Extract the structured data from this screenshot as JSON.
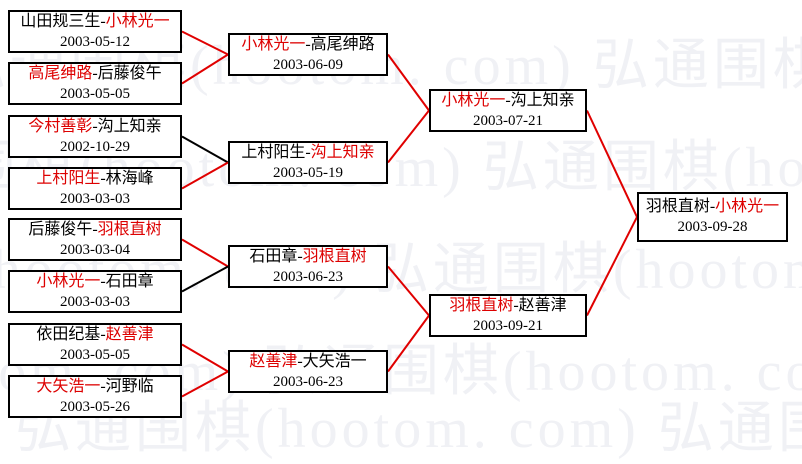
{
  "watermark": {
    "text": "弘通围棋(hootom.com)",
    "row_text": "弘通围棋(hootom. com) 弘通围棋(hootom. com)",
    "color": "#f0f1f5"
  },
  "colors": {
    "winner_red": "#dd0000",
    "line_red": "#e00000",
    "line_black": "#000000",
    "box_border": "#000000",
    "box_bg": "#ffffff"
  },
  "rounds": [
    {
      "name": "round-1",
      "matches": [
        {
          "p1": "山田规三生",
          "p2": "小林光一",
          "red": "p2",
          "date": "2003-05-12",
          "line": "red"
        },
        {
          "p1": "高尾绅路",
          "p2": "后藤俊午",
          "red": "p1",
          "date": "2003-05-05",
          "line": "red"
        },
        {
          "p1": "今村善彰",
          "p2": "沟上知亲",
          "red": "p1",
          "date": "2002-10-29",
          "line": "black"
        },
        {
          "p1": "上村阳生",
          "p2": "林海峰",
          "red": "p1",
          "date": "2003-03-03",
          "line": "red"
        },
        {
          "p1": "后藤俊午",
          "p2": "羽根直树",
          "red": "p2",
          "date": "2003-03-04",
          "line": "red"
        },
        {
          "p1": "小林光一",
          "p2": "石田章",
          "red": "p1",
          "date": "2003-03-03",
          "line": "black"
        },
        {
          "p1": "依田纪基",
          "p2": "赵善津",
          "red": "p2",
          "date": "2003-05-05",
          "line": "red"
        },
        {
          "p1": "大矢浩一",
          "p2": "河野临",
          "red": "p1",
          "date": "2003-05-26",
          "line": "red"
        }
      ]
    },
    {
      "name": "round-2",
      "matches": [
        {
          "p1": "小林光一",
          "p2": "高尾绅路",
          "red": "p1",
          "date": "2003-06-09",
          "line": "red"
        },
        {
          "p1": "上村阳生",
          "p2": "沟上知亲",
          "red": "p2",
          "date": "2003-05-19",
          "line": "red"
        },
        {
          "p1": "石田章",
          "p2": "羽根直树",
          "red": "p2",
          "date": "2003-06-23",
          "line": "red"
        },
        {
          "p1": "赵善津",
          "p2": "大矢浩一",
          "red": "p1",
          "date": "2003-06-23",
          "line": "red"
        }
      ]
    },
    {
      "name": "semifinals",
      "matches": [
        {
          "p1": "小林光一",
          "p2": "沟上知亲",
          "red": "p1",
          "date": "2003-07-21",
          "line": "red"
        },
        {
          "p1": "羽根直树",
          "p2": "赵善津",
          "red": "p1",
          "date": "2003-09-21",
          "line": "red"
        }
      ]
    },
    {
      "name": "final",
      "matches": [
        {
          "p1": "羽根直树",
          "p2": "小林光一",
          "red": "p2",
          "date": "2003-09-28",
          "line": "none"
        }
      ]
    }
  ]
}
